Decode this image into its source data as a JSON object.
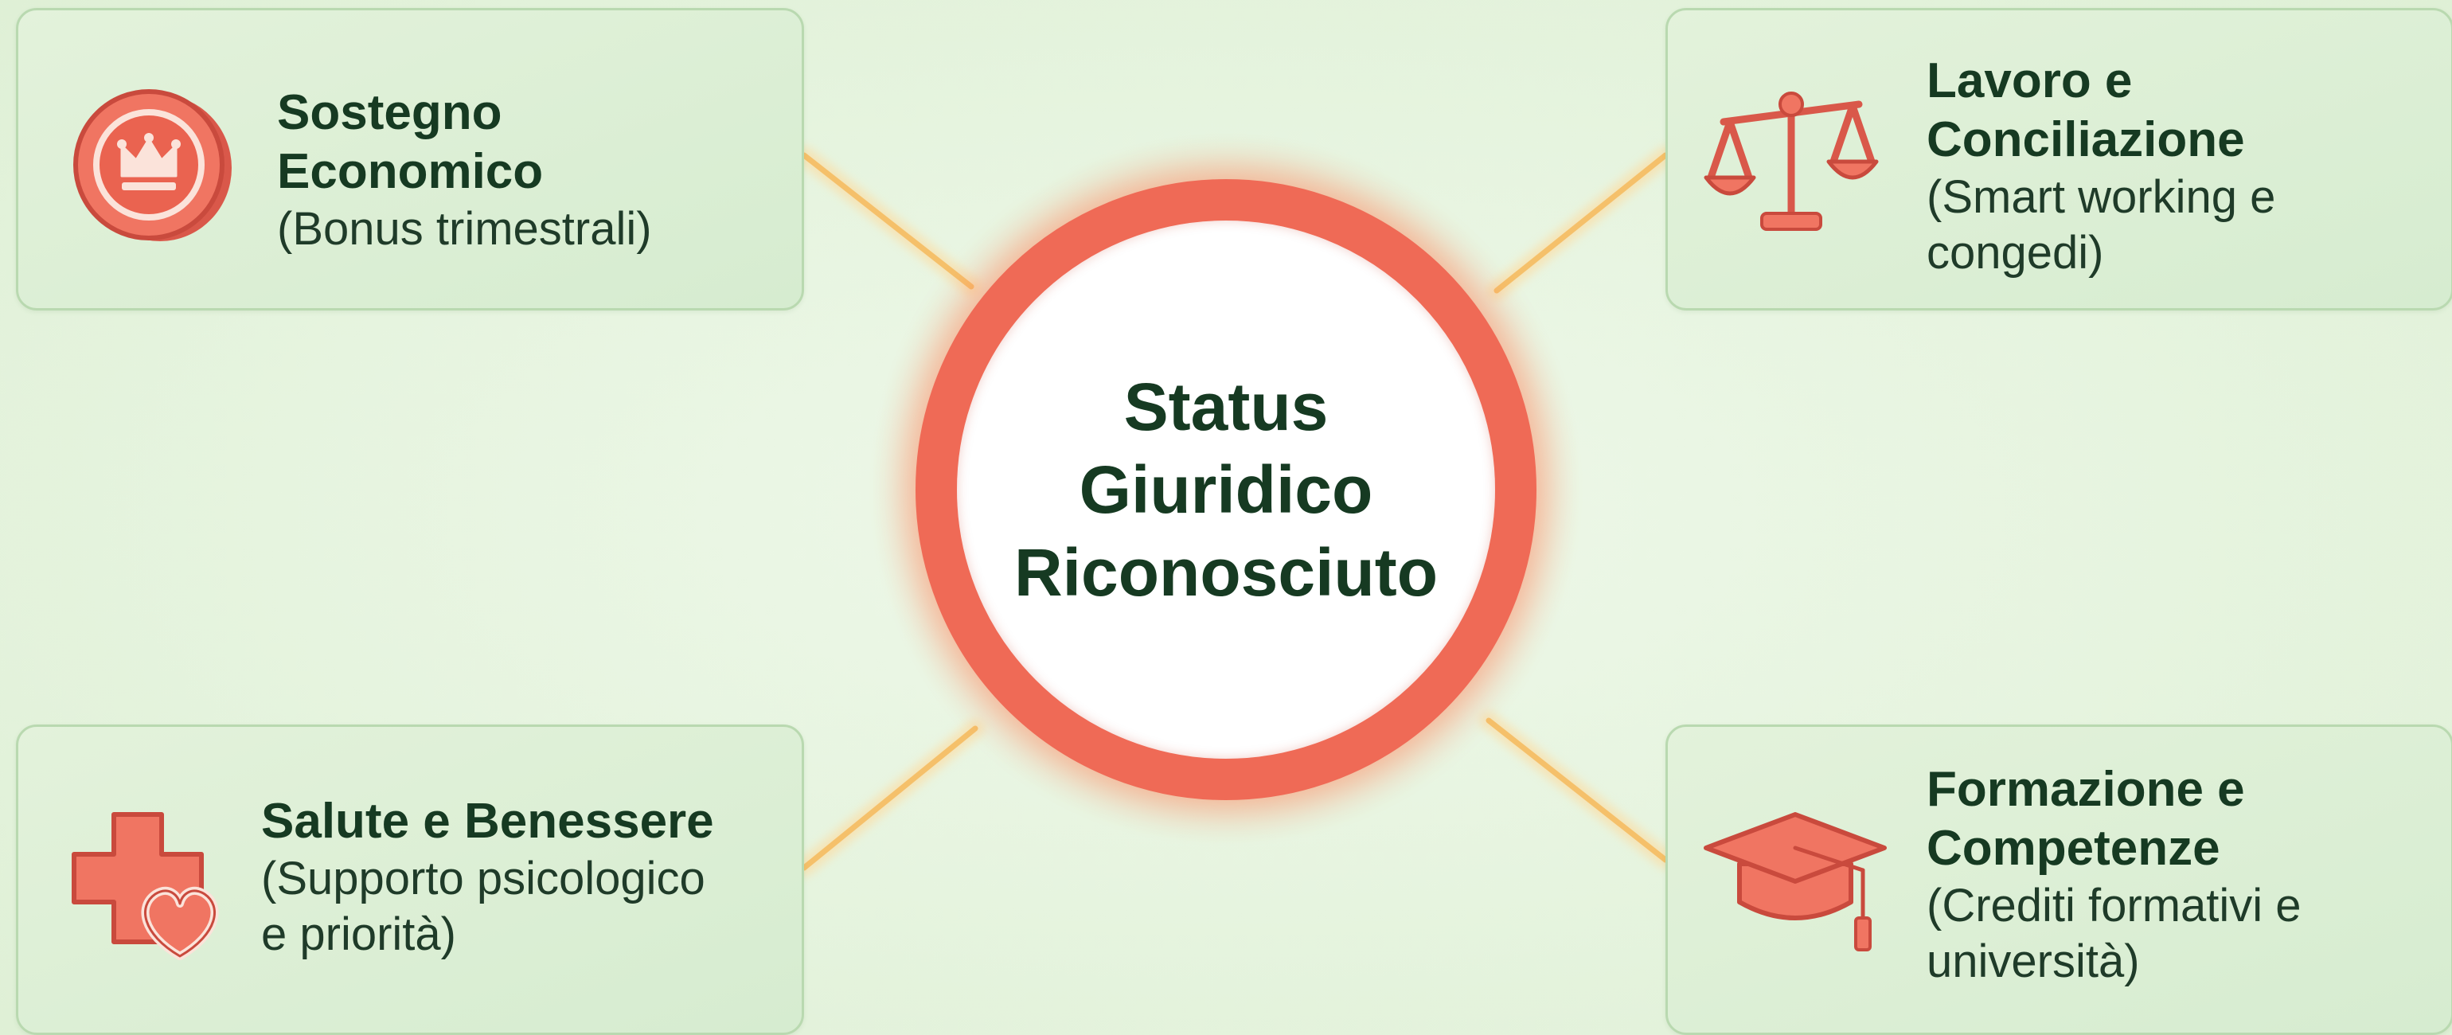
{
  "center": {
    "lines": [
      "Status",
      "Giuridico",
      "Riconosciuto"
    ]
  },
  "cards": {
    "top_left": {
      "title_lines": [
        "Sostegno",
        "Economico"
      ],
      "desc_lines": [
        "(Bonus trimestrali)"
      ],
      "icon": "crown-coin-icon"
    },
    "top_right": {
      "title_lines": [
        "Lavoro e",
        "Conciliazione"
      ],
      "desc_lines": [
        "(Smart working e",
        "congedi)"
      ],
      "icon": "balance-scale-icon"
    },
    "bottom_left": {
      "title_lines": [
        "Salute e Benessere"
      ],
      "desc_lines": [
        "(Supporto psicologico",
        "e priorità)"
      ],
      "icon": "medical-cross-heart-icon"
    },
    "bottom_right": {
      "title_lines": [
        "Formazione e",
        "Competenze"
      ],
      "desc_lines": [
        "(Crediti formativi e",
        "università)"
      ],
      "icon": "graduation-cap-icon"
    }
  },
  "colors": {
    "accent": "#ef6a56",
    "connector": "#f7c878",
    "text_dark": "#163a22",
    "card_fill": "#dcefd5"
  }
}
